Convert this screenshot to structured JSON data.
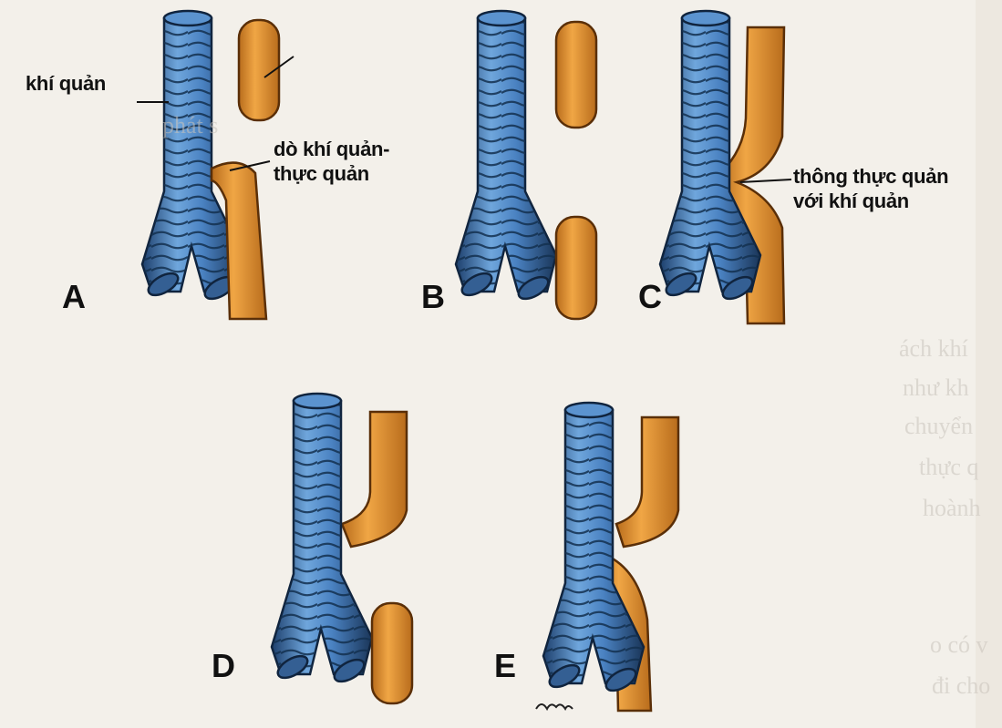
{
  "labels": {
    "khi_quan": "khí quản",
    "do_line1": "dò khí quản-",
    "do_line2": "thực quản",
    "thong_line1": "thông thực quản",
    "thong_line2": "với khí quản"
  },
  "panels": [
    {
      "letter": "A"
    },
    {
      "letter": "B"
    },
    {
      "letter": "C"
    },
    {
      "letter": "D"
    },
    {
      "letter": "E"
    }
  ],
  "bleed_through_text": [
    "phát s",
    "ách khí",
    "như kh",
    "chuyển",
    "thực q",
    "hoành",
    "o có v",
    "đi cho"
  ],
  "colors": {
    "trachea": "#4f86c6",
    "trachea_dark": "#14365f",
    "trachea_light": "#9cc7ee",
    "esophagus": "#e1902f",
    "esophagus_dark": "#8a4a10",
    "background": "#f3f0ea"
  }
}
